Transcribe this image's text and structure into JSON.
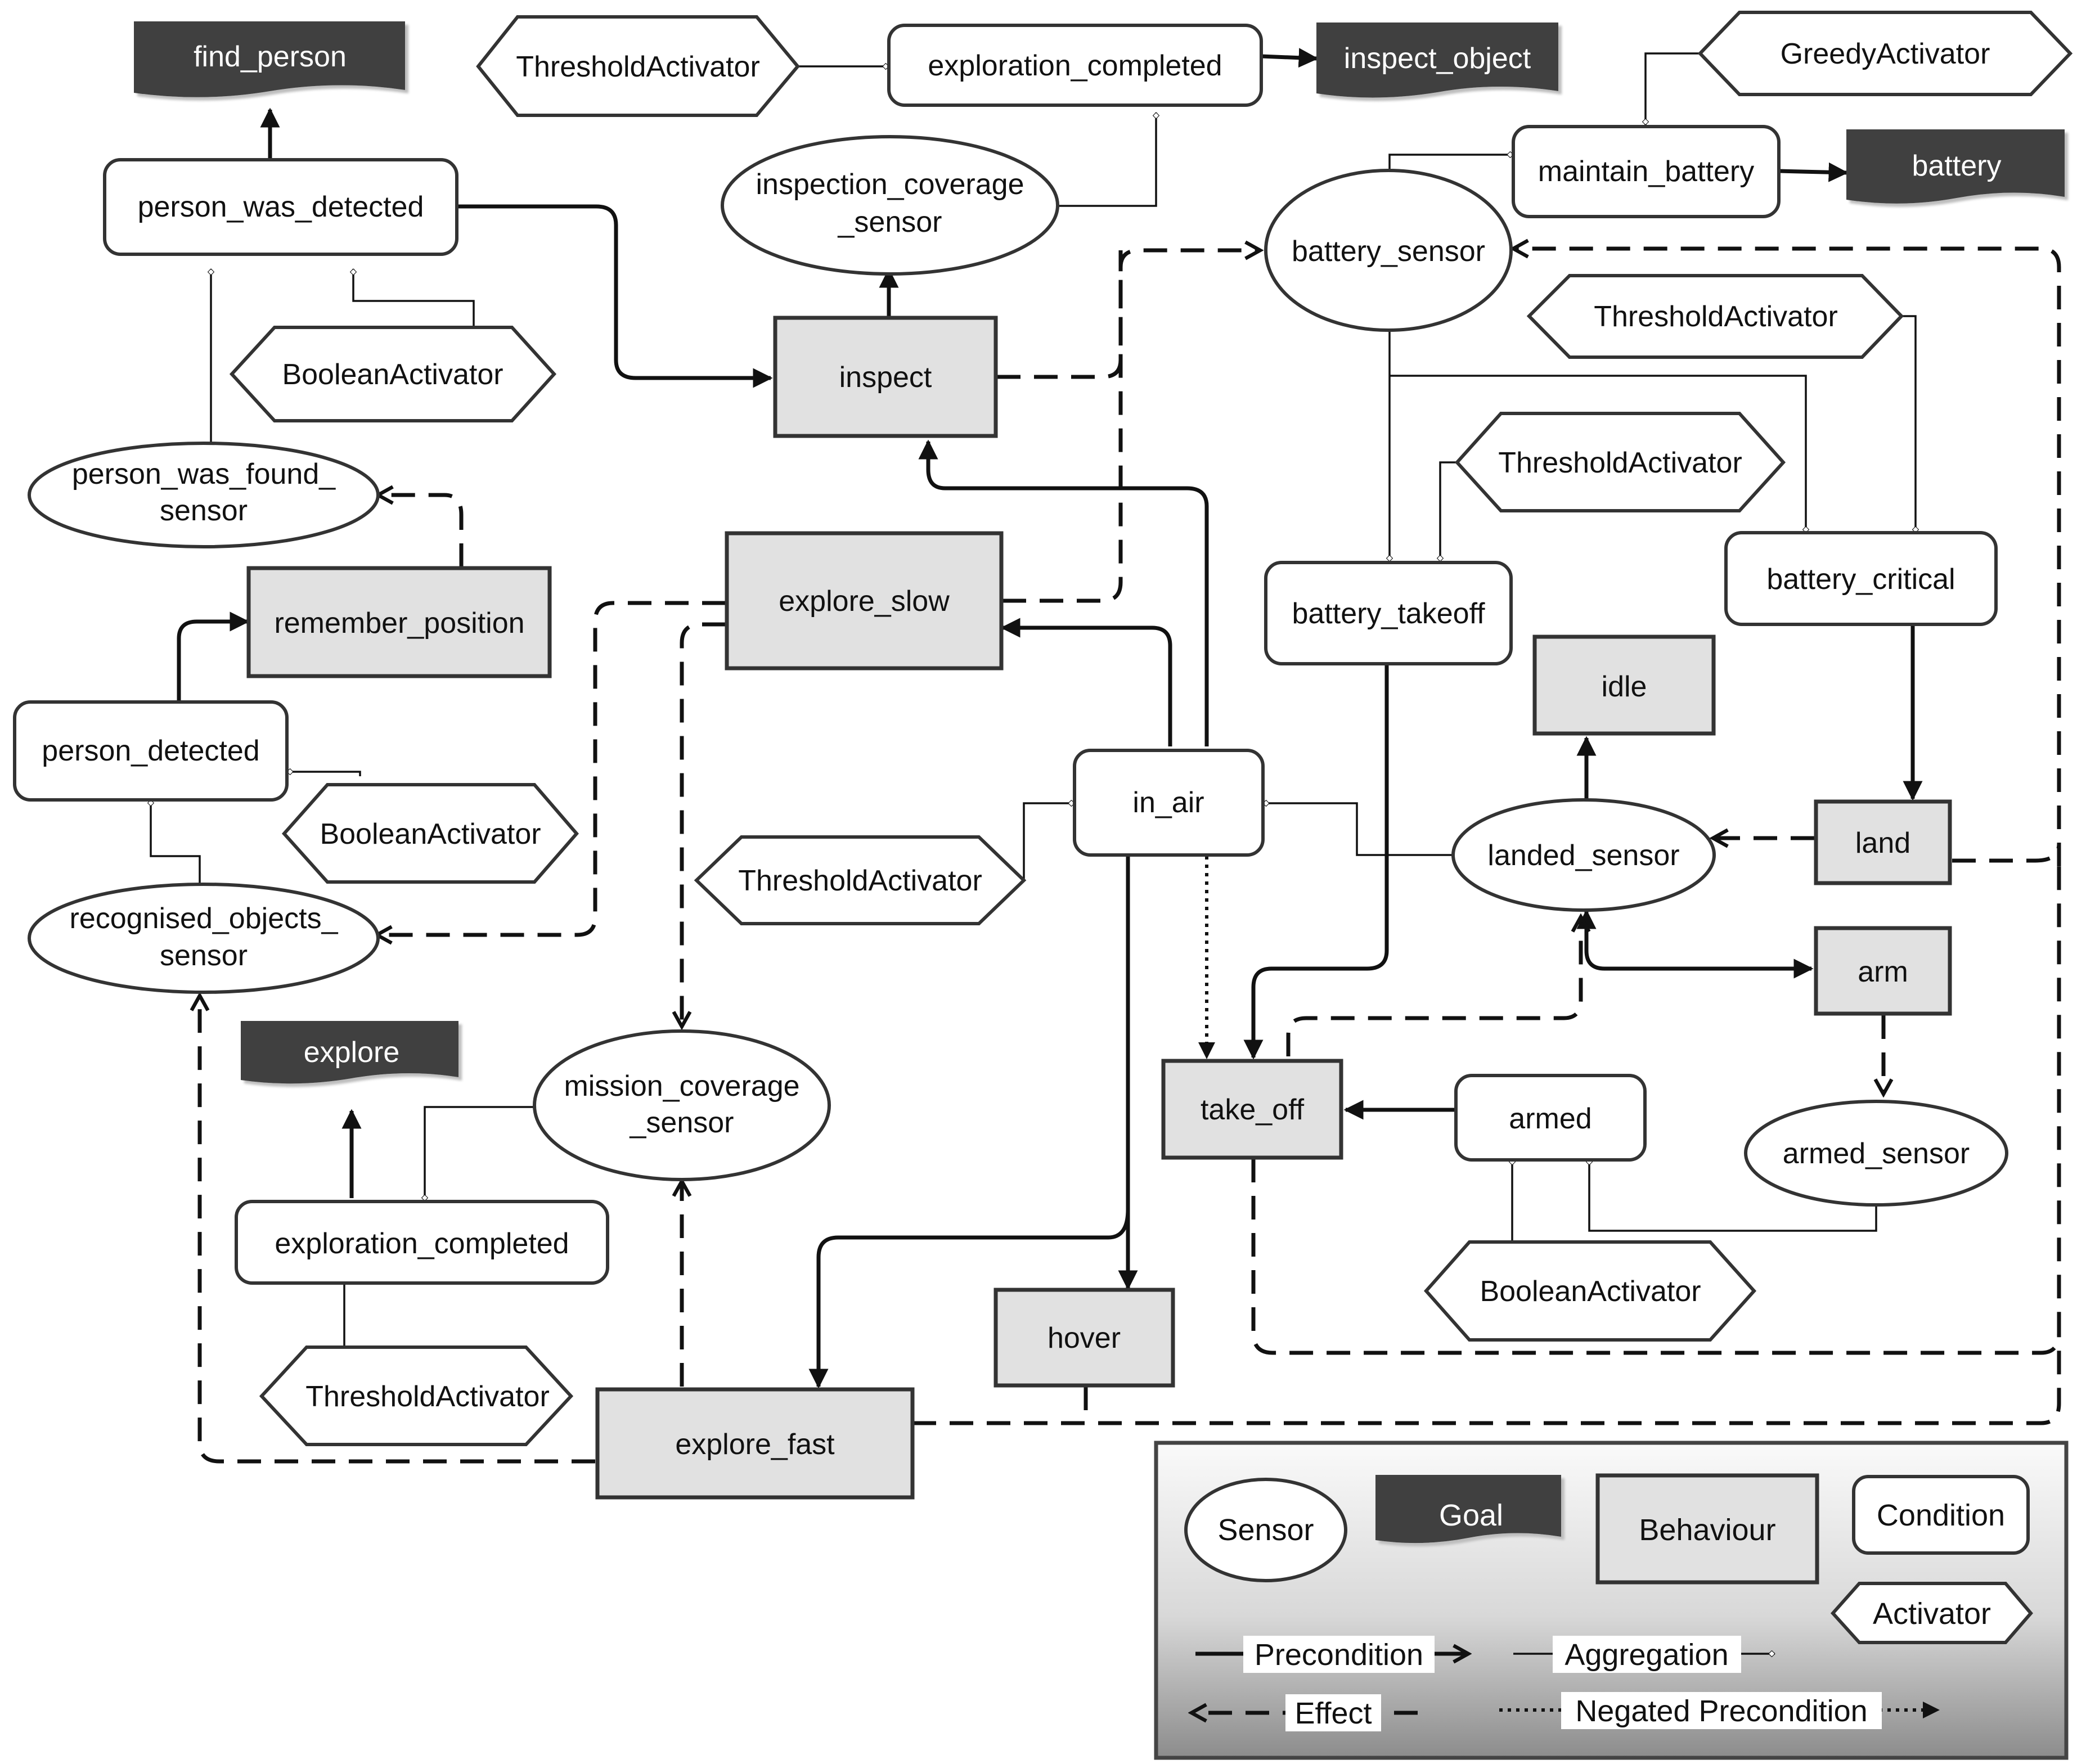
{
  "goals": {
    "find_person": "find_person",
    "inspect_object": "inspect_object",
    "battery": "battery",
    "explore": "explore"
  },
  "conditions": {
    "person_was_detected": "person_was_detected",
    "exploration_completed_top": "exploration_completed",
    "maintain_battery": "maintain_battery",
    "person_detected": "person_detected",
    "battery_takeoff": "battery_takeoff",
    "battery_critical": "battery_critical",
    "in_air": "in_air",
    "armed": "armed",
    "exploration_completed_bottom": "exploration_completed"
  },
  "sensors": {
    "inspection_coverage_sensor": [
      "inspection_coverage",
      "_sensor"
    ],
    "battery_sensor": "battery_sensor",
    "person_was_found_sensor": [
      "person_was_found_",
      "sensor"
    ],
    "recognised_objects_sensor": [
      "recognised_objects_",
      "sensor"
    ],
    "landed_sensor": "landed_sensor",
    "mission_coverage_sensor": [
      "mission_coverage",
      "_sensor"
    ],
    "armed_sensor": "armed_sensor"
  },
  "behaviours": {
    "inspect": "inspect",
    "explore_slow": "explore_slow",
    "remember_position": "remember_position",
    "idle": "idle",
    "land": "land",
    "arm": "arm",
    "take_off": "take_off",
    "hover": "hover",
    "explore_fast": "explore_fast"
  },
  "activators": {
    "threshold_top": "ThresholdActivator",
    "greedy": "GreedyActivator",
    "boolean_person_was_detected": "BooleanActivator",
    "threshold_battery_critical": "ThresholdActivator",
    "threshold_battery_takeoff": "ThresholdActivator",
    "boolean_person_detected": "BooleanActivator",
    "threshold_in_air": "ThresholdActivator",
    "boolean_armed": "BooleanActivator",
    "threshold_exploration": "ThresholdActivator"
  },
  "legend": {
    "sensor": "Sensor",
    "goal": "Goal",
    "behaviour": "Behaviour",
    "condition": "Condition",
    "activator": "Activator",
    "precondition": "Precondition",
    "aggregation": "Aggregation",
    "effect": "Effect",
    "negated_precondition": "Negated Precondition"
  },
  "colors": {
    "goal_fill": "#414141",
    "behaviour_fill": "#e1e1e1",
    "stroke": "#333333"
  }
}
